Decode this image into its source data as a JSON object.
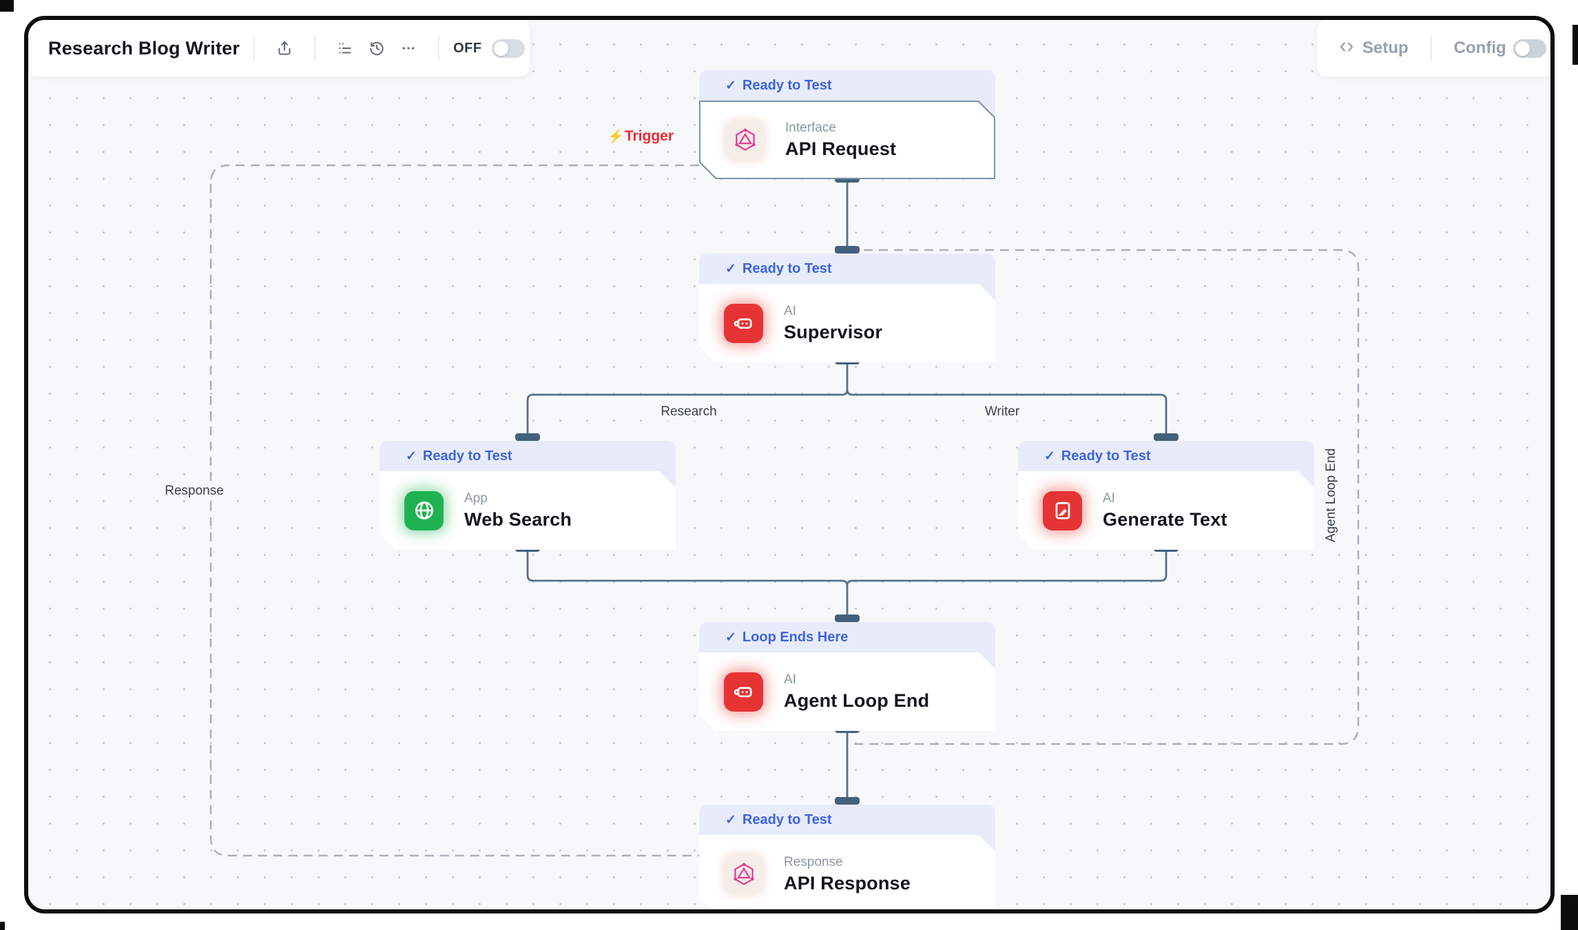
{
  "toolbar": {
    "title": "Research Blog Writer",
    "off_label": "OFF",
    "power_toggle_state": "off",
    "icons": [
      "share-icon",
      "list-icon",
      "history-icon",
      "ellipsis-icon"
    ]
  },
  "topbar_right": {
    "setup_label": "Setup",
    "config_label": "Config",
    "config_toggle_state": "off",
    "icons": [
      "code-icon"
    ]
  },
  "icons": {
    "check": "✓",
    "bolt": "⚡",
    "ellipsis": "···"
  },
  "canvas": {
    "trigger_label": "Trigger",
    "edge_labels": {
      "research": "Research",
      "writer": "Writer",
      "response": "Response",
      "agent_loop_end": "Agent Loop End"
    },
    "nodes": [
      {
        "id": "api-request",
        "badge": "Ready to Test",
        "category": "Interface",
        "title": "API Request",
        "icon": "hexagon-api-icon",
        "accent": "#e83a90"
      },
      {
        "id": "supervisor",
        "badge": "Ready to Test",
        "category": "AI",
        "title": "Supervisor",
        "icon": "robot-icon",
        "accent": "#e63333"
      },
      {
        "id": "web-search",
        "badge": "Ready to Test",
        "category": "App",
        "title": "Web Search",
        "icon": "globe-icon",
        "accent": "#1fb252"
      },
      {
        "id": "generate-text",
        "badge": "Ready to Test",
        "category": "AI",
        "title": "Generate Text",
        "icon": "clipboard-pencil-icon",
        "accent": "#e63333"
      },
      {
        "id": "agent-loop-end",
        "badge": "Loop Ends Here",
        "category": "AI",
        "title": "Agent Loop End",
        "icon": "robot-icon",
        "accent": "#e63333"
      },
      {
        "id": "api-response",
        "badge": "Ready to Test",
        "category": "Response",
        "title": "API Response",
        "icon": "hexagon-api-icon",
        "accent": "#e83a90"
      }
    ],
    "colors": {
      "canvas_bg": "#f7f8fa",
      "edge": "#54718c",
      "edge_dashed": "#a9b0ba",
      "handle": "#44617c",
      "badge_bg": "#e8ecfa",
      "badge_text": "#3d63e0",
      "trigger_red": "#ee2a33",
      "ai_red": "#e63333",
      "app_green": "#1fb252",
      "api_pink": "#e83a90"
    }
  }
}
